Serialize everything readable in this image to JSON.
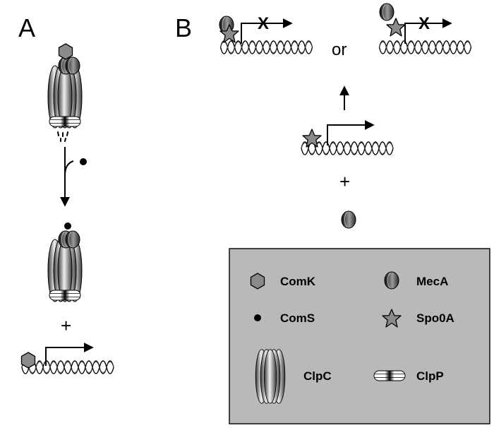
{
  "panels": {
    "a_label": "A",
    "b_label": "B"
  },
  "symbols": {
    "plus": "+",
    "or": "or",
    "blocked": "X"
  },
  "legend": {
    "items": [
      {
        "key": "comk",
        "label": "ComK",
        "icon": "hexagon-icon"
      },
      {
        "key": "meca",
        "label": "MecA",
        "icon": "meca-icon"
      },
      {
        "key": "coms",
        "label": "ComS",
        "icon": "dot-icon"
      },
      {
        "key": "spo0a",
        "label": "Spo0A",
        "icon": "star-icon"
      },
      {
        "key": "clpc",
        "label": "ClpC",
        "icon": "clpc-icon"
      },
      {
        "key": "clpp",
        "label": "ClpP",
        "icon": "clpp-icon"
      }
    ]
  },
  "colors": {
    "protein_gray": "#8a8a8a",
    "legend_bg": "#b9b9b9",
    "dna": "#000000"
  }
}
